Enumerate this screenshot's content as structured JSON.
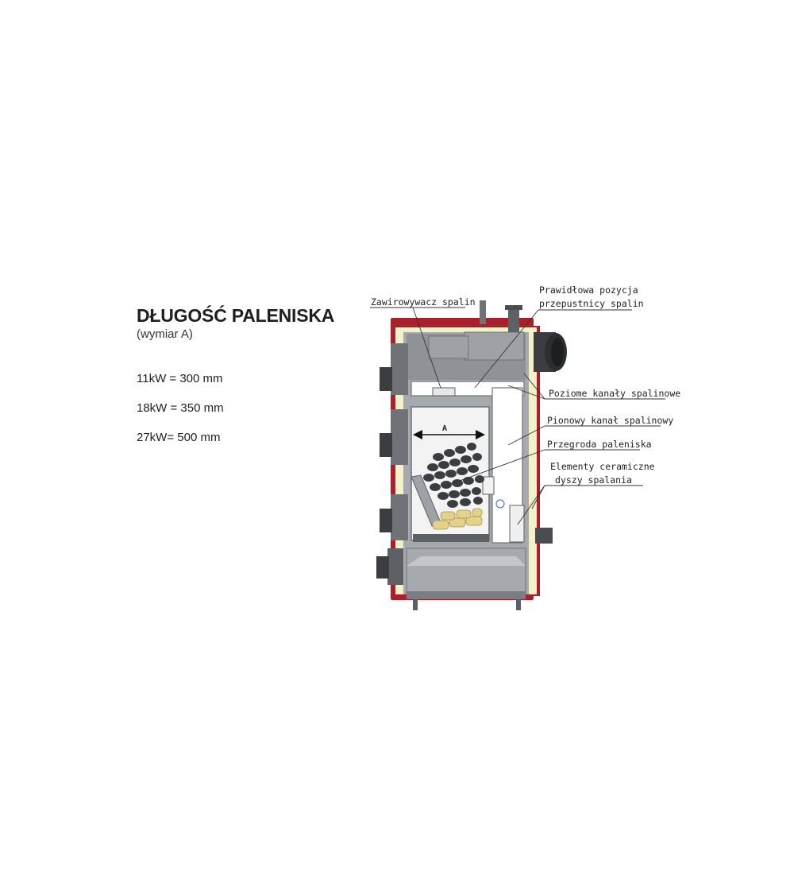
{
  "heading": {
    "title": "DŁUGOŚĆ PALENISKA",
    "subtitle": "(wymiar A)"
  },
  "specs": [
    "11kW = 300 mm",
    "18kW = 350 mm",
    "27kW= 500 mm"
  ],
  "diagram": {
    "dimension_label": "A",
    "labels": {
      "swirler": "Zawirowywacz spalin",
      "damper_line1": "Prawidłowa pozycja",
      "damper_line2": "przepustnicy spalin",
      "horizontal_channels": "Poziome kanały spalinowe",
      "vertical_channel": "Pionowy kanał spalinowy",
      "firebox_partition": "Przegroda paleniska",
      "ceramic_line1": "Elementy ceramiczne",
      "ceramic_line2": "dyszy spalania"
    },
    "colors": {
      "casing": "#a8202c",
      "insulation": "#f4f0c8",
      "steel": "#8f9296",
      "steel_dark": "#5d6064",
      "coal": "#3b3d40",
      "wood": "#e3d28a"
    }
  }
}
